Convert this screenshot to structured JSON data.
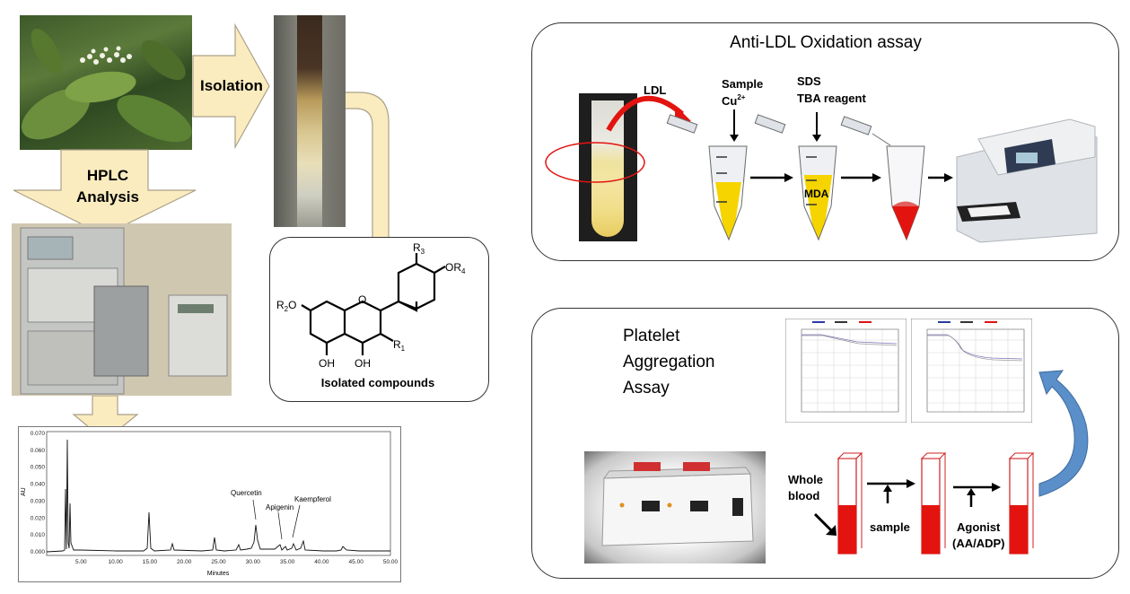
{
  "left": {
    "isolation_label": "Isolation",
    "hplc_label_line1": "HPLC",
    "hplc_label_line2": "Analysis",
    "isolated_compounds_label": "Isolated compounds",
    "structure": {
      "r3": "R",
      "r3_sub": "3",
      "or4": "OR",
      "or4_sub": "4",
      "r2o": "R",
      "r2o_sub": "2",
      "r2o_o": "O",
      "ring_o": "O",
      "r1": "R",
      "r1_sub": "1",
      "oh1": "OH",
      "oh2": "OH"
    },
    "chromatogram": {
      "y_axis_label": "AU",
      "x_axis_label": "Minutes",
      "y_ticks": [
        "0.070",
        "0.060",
        "0.050",
        "0.040",
        "0.030",
        "0.020",
        "0.010",
        "0.000"
      ],
      "x_ticks": [
        "5.00",
        "10.00",
        "15.00",
        "20.00",
        "25.00",
        "30.00",
        "35.00",
        "40.00",
        "45.00",
        "50.00"
      ],
      "peak_labels": [
        "Quercetin",
        "Apigenin",
        "Kaempferol"
      ]
    }
  },
  "ldl_panel": {
    "title": "Anti-LDL Oxidation assay",
    "ldl_label": "LDL",
    "sample_label": "Sample",
    "cu_label": "Cu",
    "cu_sup": "2+",
    "sds_label": "SDS",
    "tba_label": "TBA reagent",
    "mda_label": "MDA"
  },
  "platelet_panel": {
    "title_line1": "Platelet",
    "title_line2": "Aggregation",
    "title_line3": "Assay",
    "whole_blood_line1": "Whole",
    "whole_blood_line2": "blood",
    "sample_label": "sample",
    "agonist_label": "Agonist",
    "agonist_detail": "(AA/ADP)"
  },
  "colors": {
    "arrow_fill": "#fbecc0",
    "arrow_stroke": "#a9a088",
    "yellow": "#f5d400",
    "red": "#e3140f",
    "blue_arrow": "#5b8fc9"
  }
}
